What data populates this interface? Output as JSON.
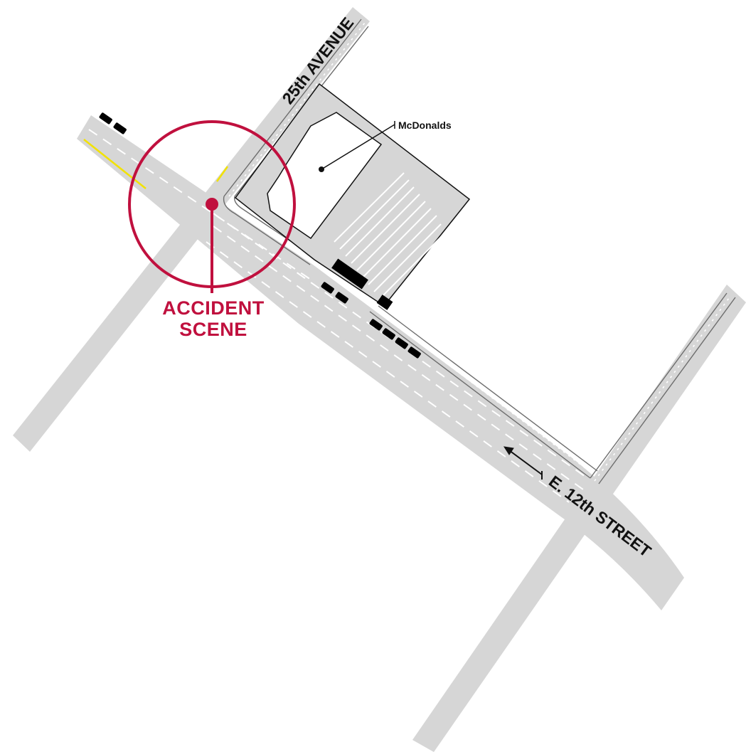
{
  "map": {
    "streets": {
      "avenue": "25th AVENUE",
      "street": "E. 12th STREET"
    },
    "landmark": "McDonalds",
    "callout": {
      "line1": "ACCIDENT",
      "line2": "SCENE"
    },
    "colors": {
      "road": "#d6d6d6",
      "lane_marking": "#ffffff",
      "center_line": "#f2e200",
      "accent": "#c0103e",
      "outline": "#111111",
      "vehicle": "#000000"
    }
  }
}
